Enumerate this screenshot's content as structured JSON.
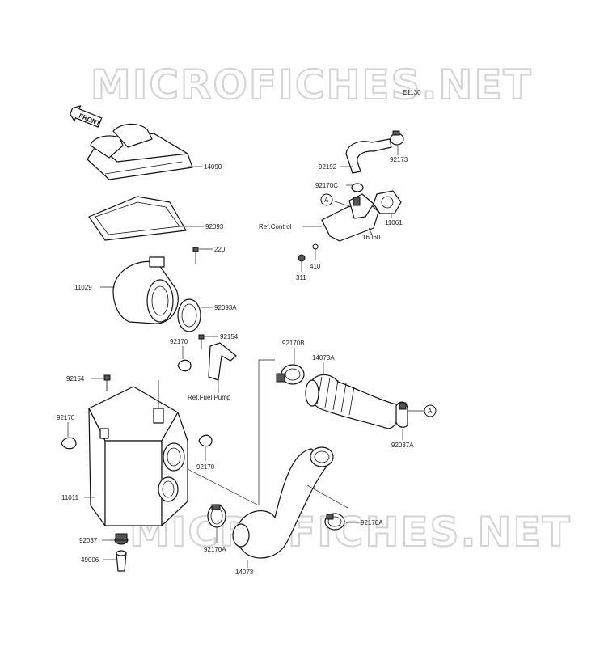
{
  "watermark": {
    "top": "MICROFICHES.NET",
    "bottom": "MICROFICHES.NET"
  },
  "diagram_code": "E1130",
  "front_badge": "FRONT",
  "marker_letter": "A",
  "labels": {
    "p14090": "14090",
    "p92093": "92093",
    "p220": "220",
    "p11029": "11029",
    "p92093A": "92093A",
    "p92170_mid": "92170",
    "p92154_mid": "92154",
    "ref_fuel_pump": "Ref.Fuel Pump",
    "p92154_left": "92154",
    "p92170_left": "92170",
    "p11011": "11011",
    "p92037": "92037",
    "p49006": "49006",
    "p92170_right": "92170",
    "p92170A_bottom": "92170A",
    "p14073": "14073",
    "p92170A_right": "92170A",
    "p92170B": "92170B",
    "p14073A": "14073A",
    "p92037A": "92037A",
    "p92192": "92192",
    "p92173": "92173",
    "p92170C": "92170C",
    "p11061": "11061",
    "ref_control": "Ref.Control",
    "p16060": "16060",
    "p410": "410",
    "p311": "311"
  }
}
